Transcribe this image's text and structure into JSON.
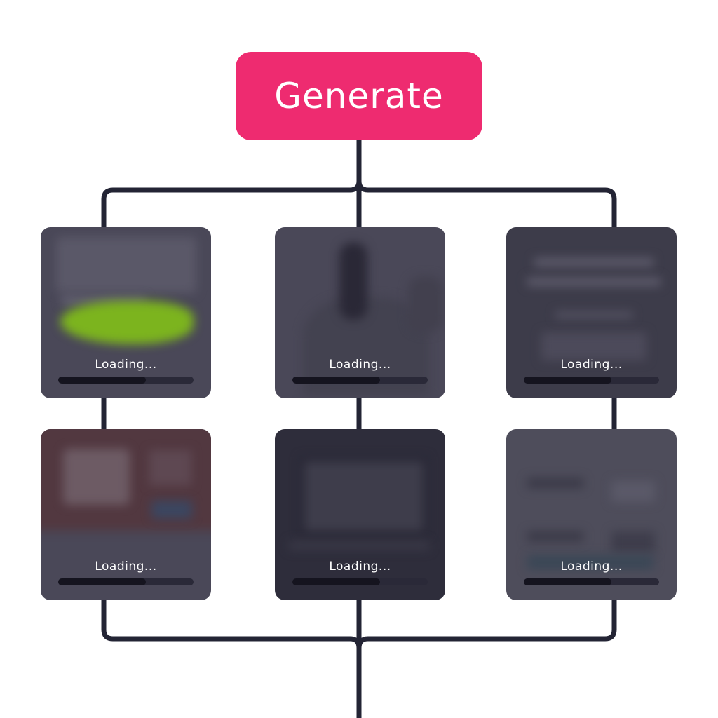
{
  "generate": {
    "label": "Generate",
    "color": "#ee2b70"
  },
  "connector_color": "#232434",
  "cards": [
    {
      "status": "Loading...",
      "progress": 0.65,
      "preview": "product-card-preview"
    },
    {
      "status": "Loading...",
      "progress": 0.65,
      "preview": "portrait-preview"
    },
    {
      "status": "Loading...",
      "progress": 0.65,
      "preview": "text-page-preview"
    },
    {
      "status": "Loading...",
      "progress": 0.65,
      "preview": "form-page-preview"
    },
    {
      "status": "Loading...",
      "progress": 0.65,
      "preview": "video-player-preview"
    },
    {
      "status": "Loading...",
      "progress": 0.65,
      "preview": "list-page-preview"
    }
  ]
}
